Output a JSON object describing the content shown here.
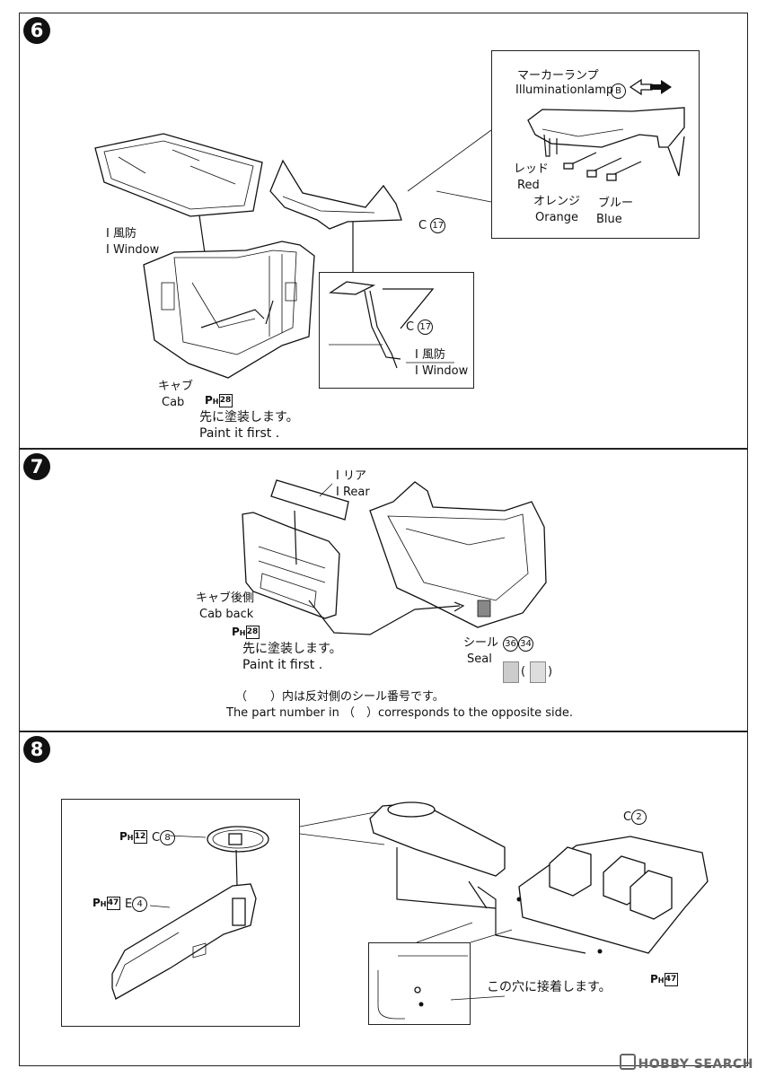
{
  "steps": [
    {
      "number": "6"
    },
    {
      "number": "7"
    },
    {
      "number": "8"
    }
  ],
  "step6": {
    "marker_lamp_jp": "マーカーランプ",
    "marker_lamp_en": "Illuminationlamp",
    "marker_lamp_part": "B",
    "c17_a": "C",
    "c17_num": "17",
    "red_jp": "レッド",
    "red_en": "Red",
    "orange_jp": "オレンジ",
    "orange_en": "Orange",
    "blue_jp": "ブルー",
    "blue_en": "Blue",
    "window_jp": "I 風防",
    "window_en": "I Window",
    "cab_jp": "キャブ",
    "cab_en": "Cab",
    "paint_code": "P",
    "paint_sub": "H",
    "paint_num": "28",
    "paint_jp": "先に塗装します。",
    "paint_en": "Paint it first ."
  },
  "step7": {
    "rear_jp": "I リア",
    "rear_en": "I Rear",
    "cab_back_jp": "キャブ後側",
    "cab_back_en": "Cab back",
    "paint_code": "P",
    "paint_sub": "H",
    "paint_num": "28",
    "paint_jp": "先に塗装します。",
    "paint_en": "Paint it first .",
    "seal_jp": "シール",
    "seal_en": "Seal",
    "seal_num_a": "36",
    "seal_num_b": "34",
    "note_jp": "（　　）内は反対側のシール番号です。",
    "note_en": "The part number in （　）corresponds to the opposite side."
  },
  "step8": {
    "paint_a_code": "P",
    "paint_a_sub": "H",
    "paint_a_num": "12",
    "part_c": "C",
    "part_c_num": "8",
    "paint_b_code": "P",
    "paint_b_sub": "H",
    "paint_b_num": "47",
    "part_e": "E",
    "part_e_num": "4",
    "part_c2": "C",
    "part_c2_num": "2",
    "paint_c_code": "P",
    "paint_c_sub": "H",
    "paint_c_num": "47",
    "glue_note": "この穴に接着します。"
  },
  "watermark": "HOBBY SEARCH"
}
